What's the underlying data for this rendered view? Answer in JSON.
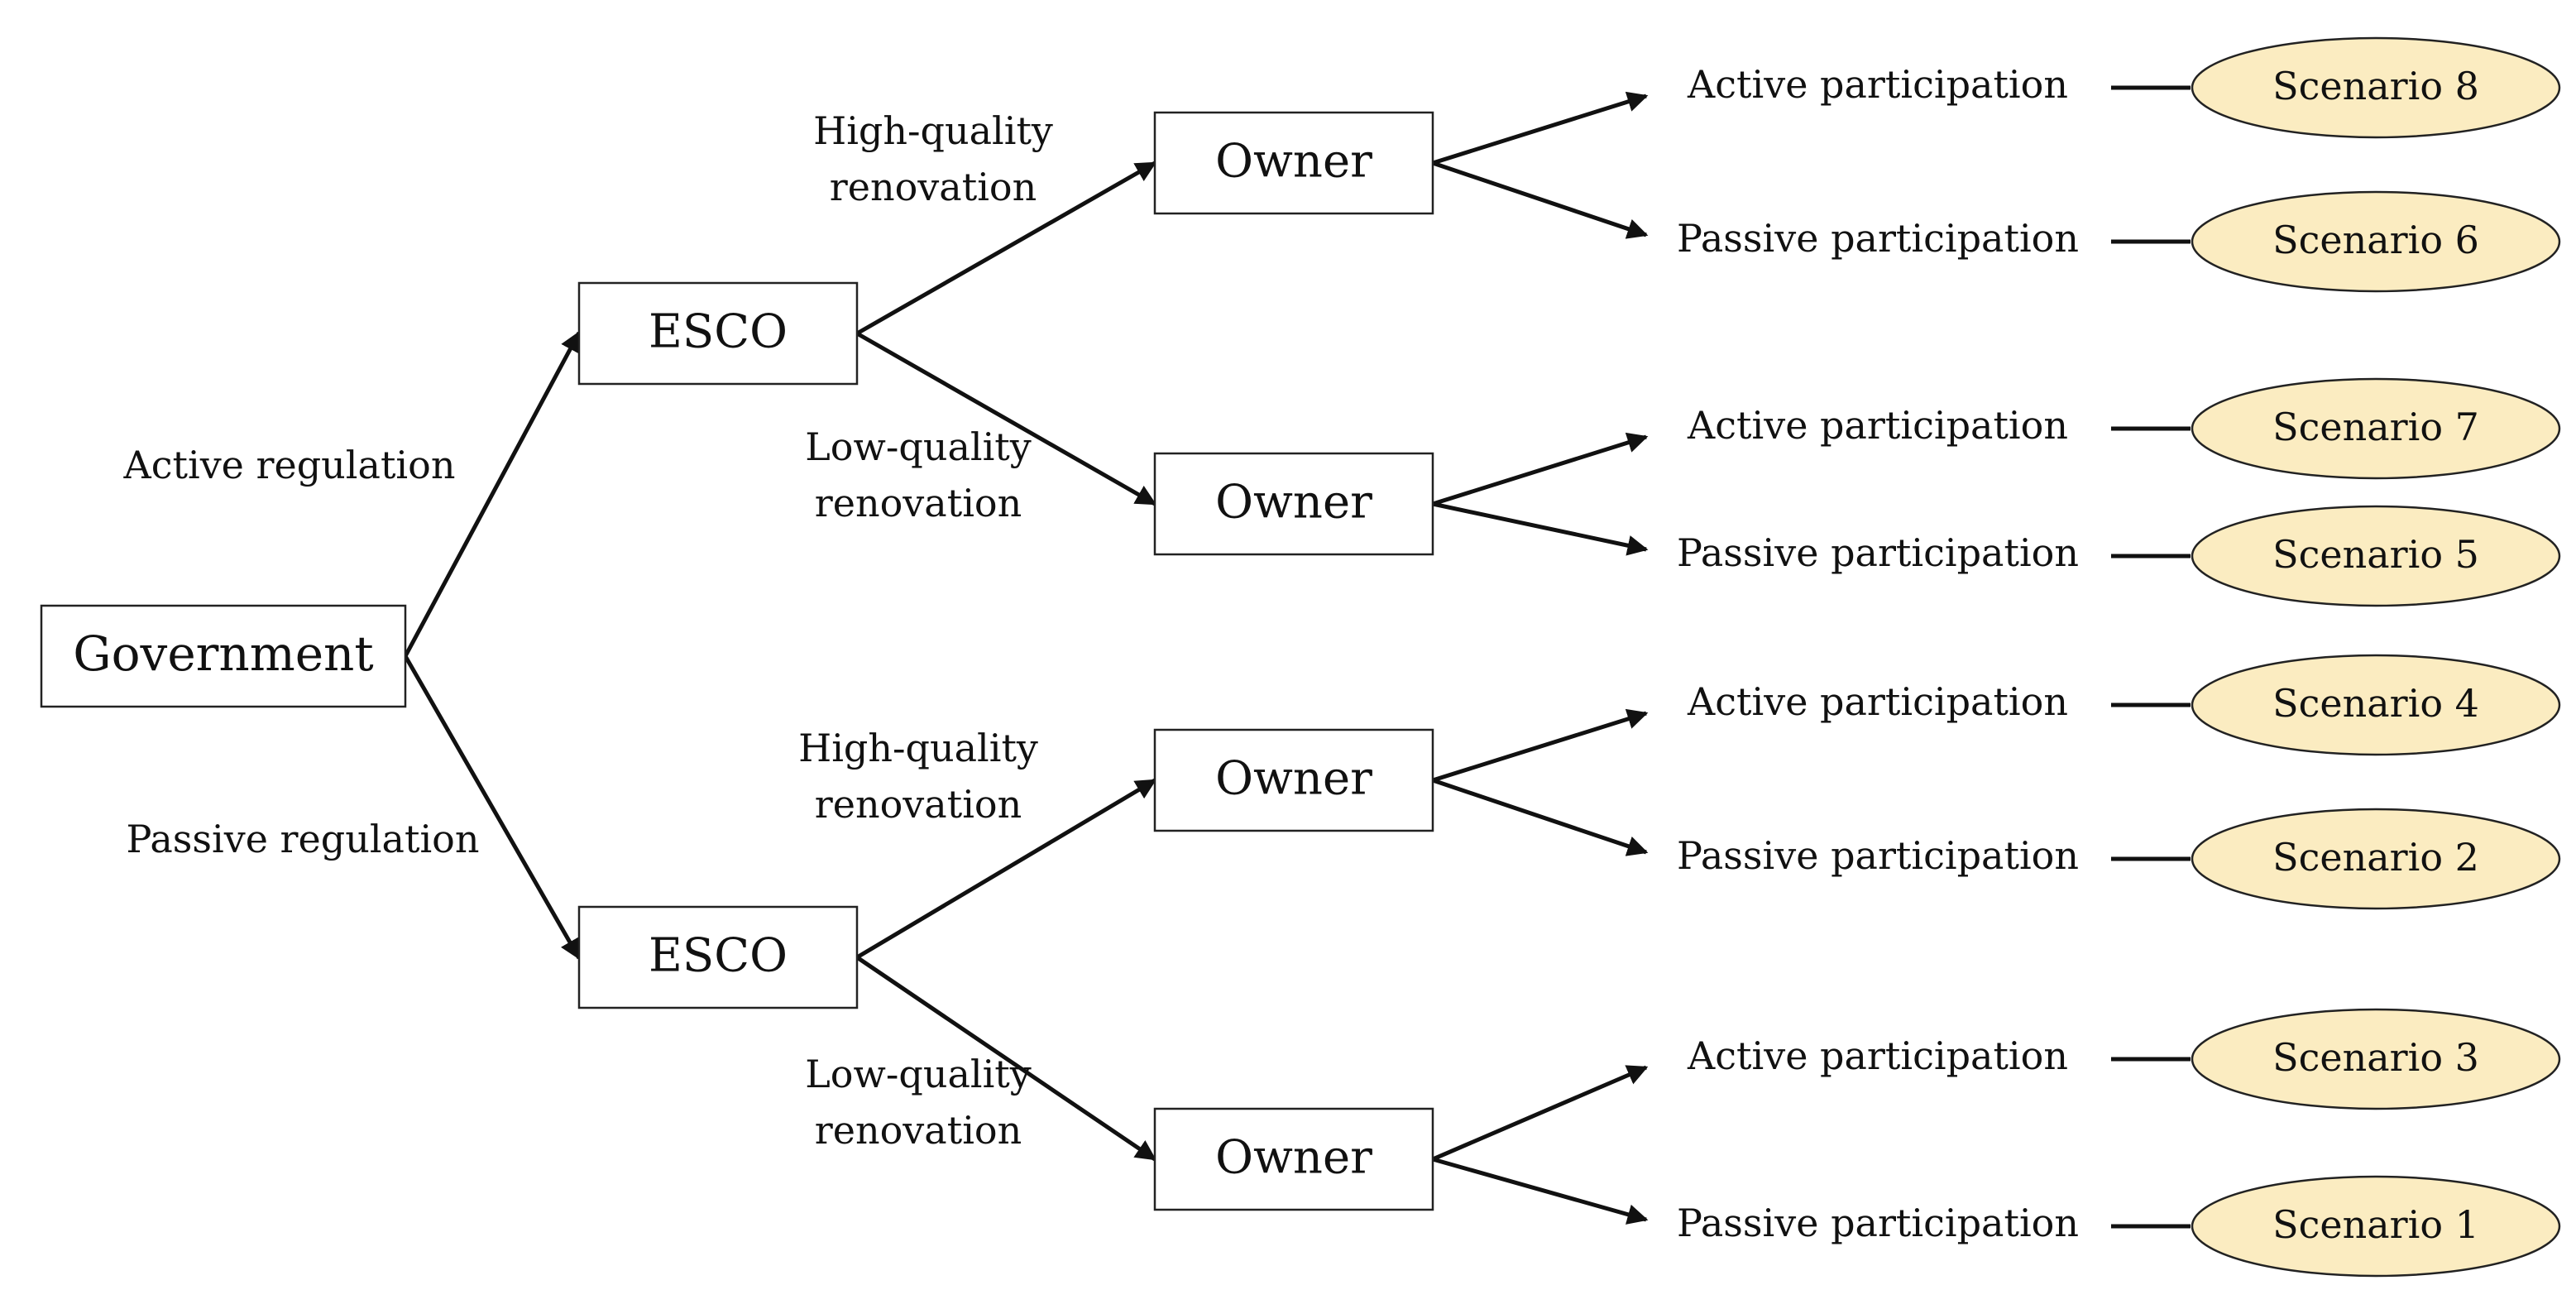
{
  "diagram": {
    "root": "Government",
    "colors": {
      "scenario_fill": "#fbecc1",
      "line": "#111111",
      "box_border": "#222222"
    },
    "regulation_branches": [
      {
        "label": "Active regulation",
        "esco": "ESCO",
        "renovations": [
          {
            "label_line1": "High-quality",
            "label_line2": "renovation",
            "owner": "Owner",
            "outcomes": [
              {
                "participation": "Active participation",
                "scenario": "Scenario 8"
              },
              {
                "participation": "Passive participation",
                "scenario": "Scenario 6"
              }
            ]
          },
          {
            "label_line1": "Low-quality",
            "label_line2": "renovation",
            "owner": "Owner",
            "outcomes": [
              {
                "participation": "Active participation",
                "scenario": "Scenario 7"
              },
              {
                "participation": "Passive participation",
                "scenario": "Scenario 5"
              }
            ]
          }
        ]
      },
      {
        "label": "Passive regulation",
        "esco": "ESCO",
        "renovations": [
          {
            "label_line1": "High-quality",
            "label_line2": "renovation",
            "owner": "Owner",
            "outcomes": [
              {
                "participation": "Active participation",
                "scenario": "Scenario 4"
              },
              {
                "participation": "Passive participation",
                "scenario": "Scenario 2"
              }
            ]
          },
          {
            "label_line1": "Low-quality",
            "label_line2": "renovation",
            "owner": "Owner",
            "outcomes": [
              {
                "participation": "Active participation",
                "scenario": "Scenario 3"
              },
              {
                "participation": "Passive participation",
                "scenario": "Scenario 1"
              }
            ]
          }
        ]
      }
    ]
  }
}
